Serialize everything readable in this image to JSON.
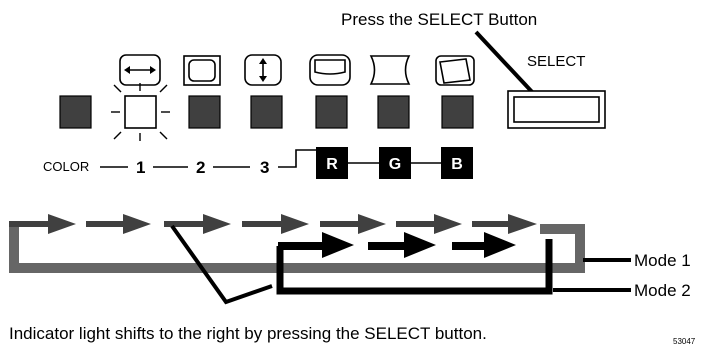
{
  "callout_top": "Press the SELECT Button",
  "select_label": "SELECT",
  "color_label": "COLOR",
  "color_steps": [
    "1",
    "2",
    "3"
  ],
  "rgb_steps": [
    "R",
    "G",
    "B"
  ],
  "mode_labels": [
    "Mode 1",
    "Mode 2"
  ],
  "caption": "Indicator light shifts to the right by pressing the SELECT button.",
  "figure_code": "53047",
  "icons": [
    "h-size-icon",
    "pincushion-icon",
    "v-size-icon",
    "trapezoid-icon",
    "pin-balance-icon",
    "rotation-icon"
  ],
  "indicator_lit_index": 1,
  "colors": {
    "indicator": "#404040",
    "arrow": "#404040",
    "loop": "#666666",
    "line": "#000000",
    "rgb_box": "#000000"
  }
}
